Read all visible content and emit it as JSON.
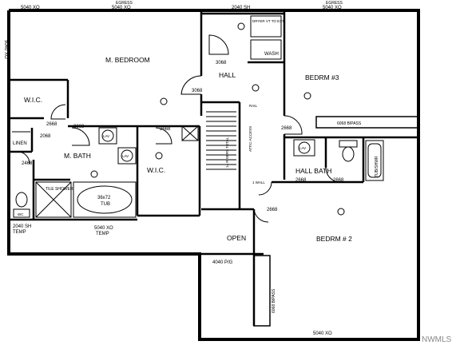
{
  "rooms": {
    "master_bedroom": "M. BEDROOM",
    "hall": "HALL",
    "bedroom_3": "BEDRM #3",
    "wic_upper": "W.I.C.",
    "linen": "LINEN",
    "master_bath": "M. BATH",
    "wic_lower": "W.I.C.",
    "hall_bath": "HALL BATH",
    "open": "OPEN",
    "bedroom_2": "BEDRM # 2"
  },
  "windows": {
    "top_egress_left": "EGRESS",
    "top_5040_left": "5040 XO",
    "top_5040_far_left": "5040 XO",
    "top_2040_sh": "2040 SH",
    "top_egress_right": "EGRESS",
    "top_5040_right": "5040 XO",
    "left_5040": "5040 XO",
    "bottom_2040_sh": "2040 SH",
    "bottom_temp_left": "TEMP",
    "bottom_5040": "5040 XO",
    "bottom_temp_mid": "TEMP",
    "bottom_5040_right": "5040 XO",
    "open_4040": "4040 P/G"
  },
  "doors": {
    "d3068_top": "3068",
    "d3068_hall": "3068",
    "d2668_wic": "2668",
    "d2668_bath": "2668",
    "d2068_linen": "2068",
    "d2468": "2468",
    "d2668_wic2": "2668",
    "d2668_bed3": "2668",
    "bypass_bed3": "6068 BIPASS",
    "d2668_hb1": "2668",
    "d2668_hb2": "2668",
    "d2668_bed2": "2668",
    "bypass_bed2": "6068 BIPASS"
  },
  "fixtures": {
    "dryer": "DRYER VT TO EXT",
    "wash": "WASH",
    "lav1": "LAV",
    "lav2": "LAV",
    "lav3": "LAV",
    "tub_main": "36x72",
    "tub_main_2": "TUB",
    "tile_shower": "TILE SHOWER",
    "wc1": "WC",
    "tub_shwr": "TUB/SHWR",
    "rail": "RAIL",
    "stairs": "14 RISERS TOTAL",
    "attic": "ATTIC ACCESS",
    "wall_note": "1 WALL"
  },
  "watermark": "NWMLS"
}
